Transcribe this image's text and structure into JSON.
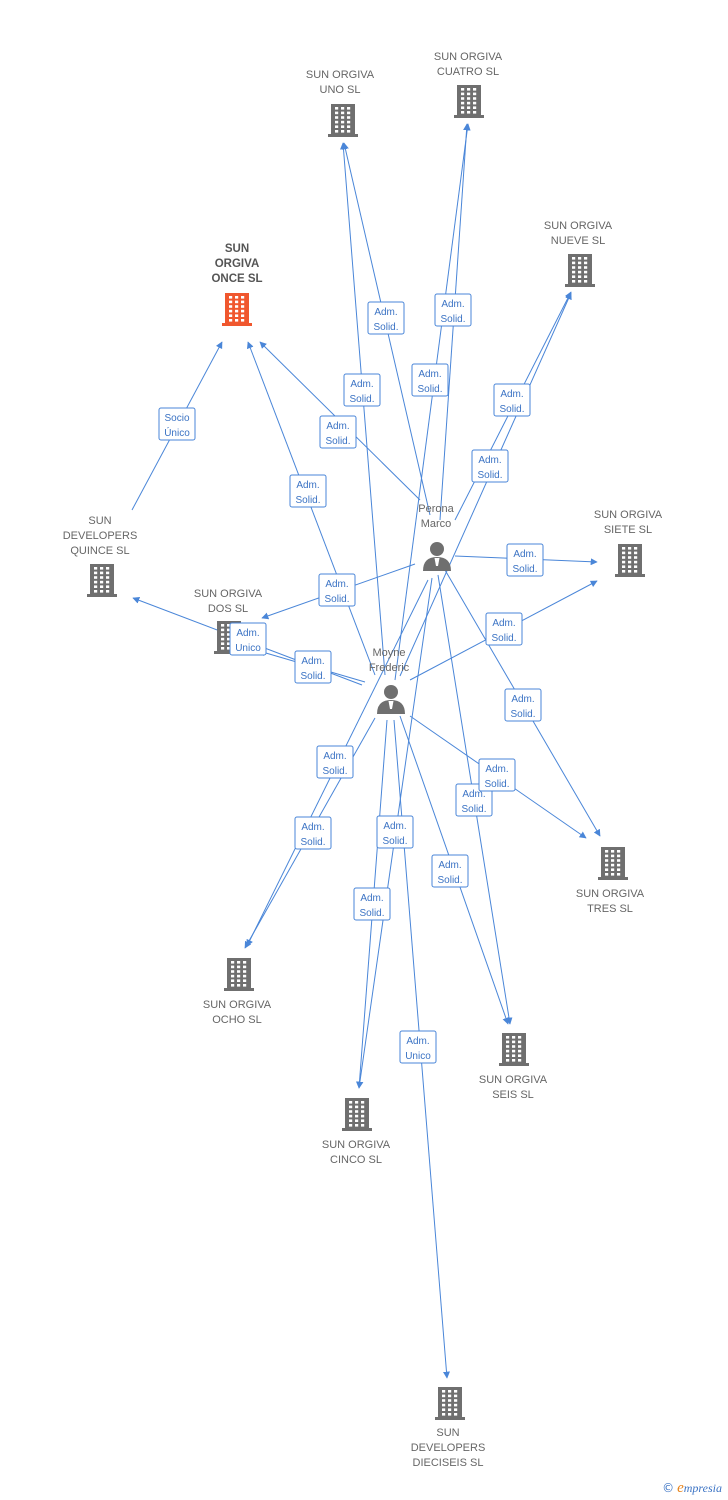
{
  "diagram": {
    "companies": [
      {
        "id": "once",
        "lines": [
          "SUN",
          "ORGIVA",
          "ONCE SL"
        ],
        "focus": true
      },
      {
        "id": "uno",
        "lines": [
          "SUN ORGIVA",
          "UNO SL"
        ]
      },
      {
        "id": "cuatro",
        "lines": [
          "SUN ORGIVA",
          "CUATRO SL"
        ]
      },
      {
        "id": "nueve",
        "lines": [
          "SUN ORGIVA",
          "NUEVE SL"
        ]
      },
      {
        "id": "siete",
        "lines": [
          "SUN ORGIVA",
          "SIETE SL"
        ]
      },
      {
        "id": "quince",
        "lines": [
          "SUN",
          "DEVELOPERS",
          "QUINCE SL"
        ]
      },
      {
        "id": "dos",
        "lines": [
          "SUN ORGIVA",
          "DOS SL"
        ]
      },
      {
        "id": "tres",
        "lines": [
          "SUN ORGIVA",
          "TRES SL"
        ]
      },
      {
        "id": "ocho",
        "lines": [
          "SUN ORGIVA",
          "OCHO SL"
        ]
      },
      {
        "id": "seis",
        "lines": [
          "SUN ORGIVA",
          "SEIS SL"
        ]
      },
      {
        "id": "cinco",
        "lines": [
          "SUN ORGIVA",
          "CINCO SL"
        ]
      },
      {
        "id": "dieciseis",
        "lines": [
          "SUN",
          "DEVELOPERS",
          "DIECISEIS SL"
        ]
      }
    ],
    "people": [
      {
        "id": "perona",
        "lines": [
          "Perona",
          "Marco"
        ]
      },
      {
        "id": "moyne",
        "lines": [
          "Moyne",
          "Frederic"
        ]
      }
    ],
    "edges": [
      {
        "from": "quince",
        "to": "once",
        "label": [
          "Socio",
          "Único"
        ]
      },
      {
        "from": "perona",
        "to": "uno",
        "label": [
          "Adm.",
          "Solid."
        ]
      },
      {
        "from": "perona",
        "to": "cuatro",
        "label": [
          "Adm.",
          "Solid."
        ]
      },
      {
        "from": "perona",
        "to": "nueve",
        "label": [
          "Adm.",
          "Solid."
        ]
      },
      {
        "from": "perona",
        "to": "siete",
        "label": [
          "Adm.",
          "Solid."
        ]
      },
      {
        "from": "perona",
        "to": "once",
        "label": [
          "Adm.",
          "Solid."
        ]
      },
      {
        "from": "perona",
        "to": "dos",
        "label": [
          "Adm.",
          "Solid."
        ]
      },
      {
        "from": "perona",
        "to": "tres",
        "label": [
          "Adm.",
          "Solid."
        ]
      },
      {
        "from": "perona",
        "to": "seis",
        "label": [
          "Adm.",
          "Solid."
        ]
      },
      {
        "from": "perona",
        "to": "ocho",
        "label": [
          "Adm.",
          "Solid."
        ]
      },
      {
        "from": "perona",
        "to": "cinco",
        "label": [
          "Adm.",
          "Solid."
        ]
      },
      {
        "from": "moyne",
        "to": "uno",
        "label": [
          "Adm.",
          "Solid."
        ]
      },
      {
        "from": "moyne",
        "to": "cuatro",
        "label": [
          "Adm.",
          "Solid."
        ]
      },
      {
        "from": "moyne",
        "to": "nueve",
        "label": [
          "Adm.",
          "Solid."
        ]
      },
      {
        "from": "moyne",
        "to": "siete",
        "label": [
          "Adm.",
          "Solid."
        ]
      },
      {
        "from": "moyne",
        "to": "once",
        "label": [
          "Adm.",
          "Solid."
        ]
      },
      {
        "from": "moyne",
        "to": "dos",
        "label": [
          "Adm.",
          "Solid."
        ]
      },
      {
        "from": "moyne",
        "to": "quince",
        "label": [
          "Adm.",
          "Unico"
        ]
      },
      {
        "from": "moyne",
        "to": "tres",
        "label": [
          "Adm.",
          "Solid."
        ]
      },
      {
        "from": "moyne",
        "to": "seis",
        "label": [
          "Adm.",
          "Solid."
        ]
      },
      {
        "from": "moyne",
        "to": "ocho",
        "label": [
          "Adm.",
          "Solid."
        ]
      },
      {
        "from": "moyne",
        "to": "cinco",
        "label": [
          "Adm.",
          "Solid."
        ]
      },
      {
        "from": "moyne",
        "to": "dieciseis",
        "label": [
          "Adm.",
          "Unico"
        ]
      }
    ]
  },
  "colors": {
    "edge": "#4a86d8",
    "building": "#6f6f6f",
    "focus_building": "#f0572e",
    "person": "#6f6f6f"
  },
  "footer": {
    "copyright": "©",
    "brand_initial": "e",
    "brand_rest": "mpresia"
  }
}
